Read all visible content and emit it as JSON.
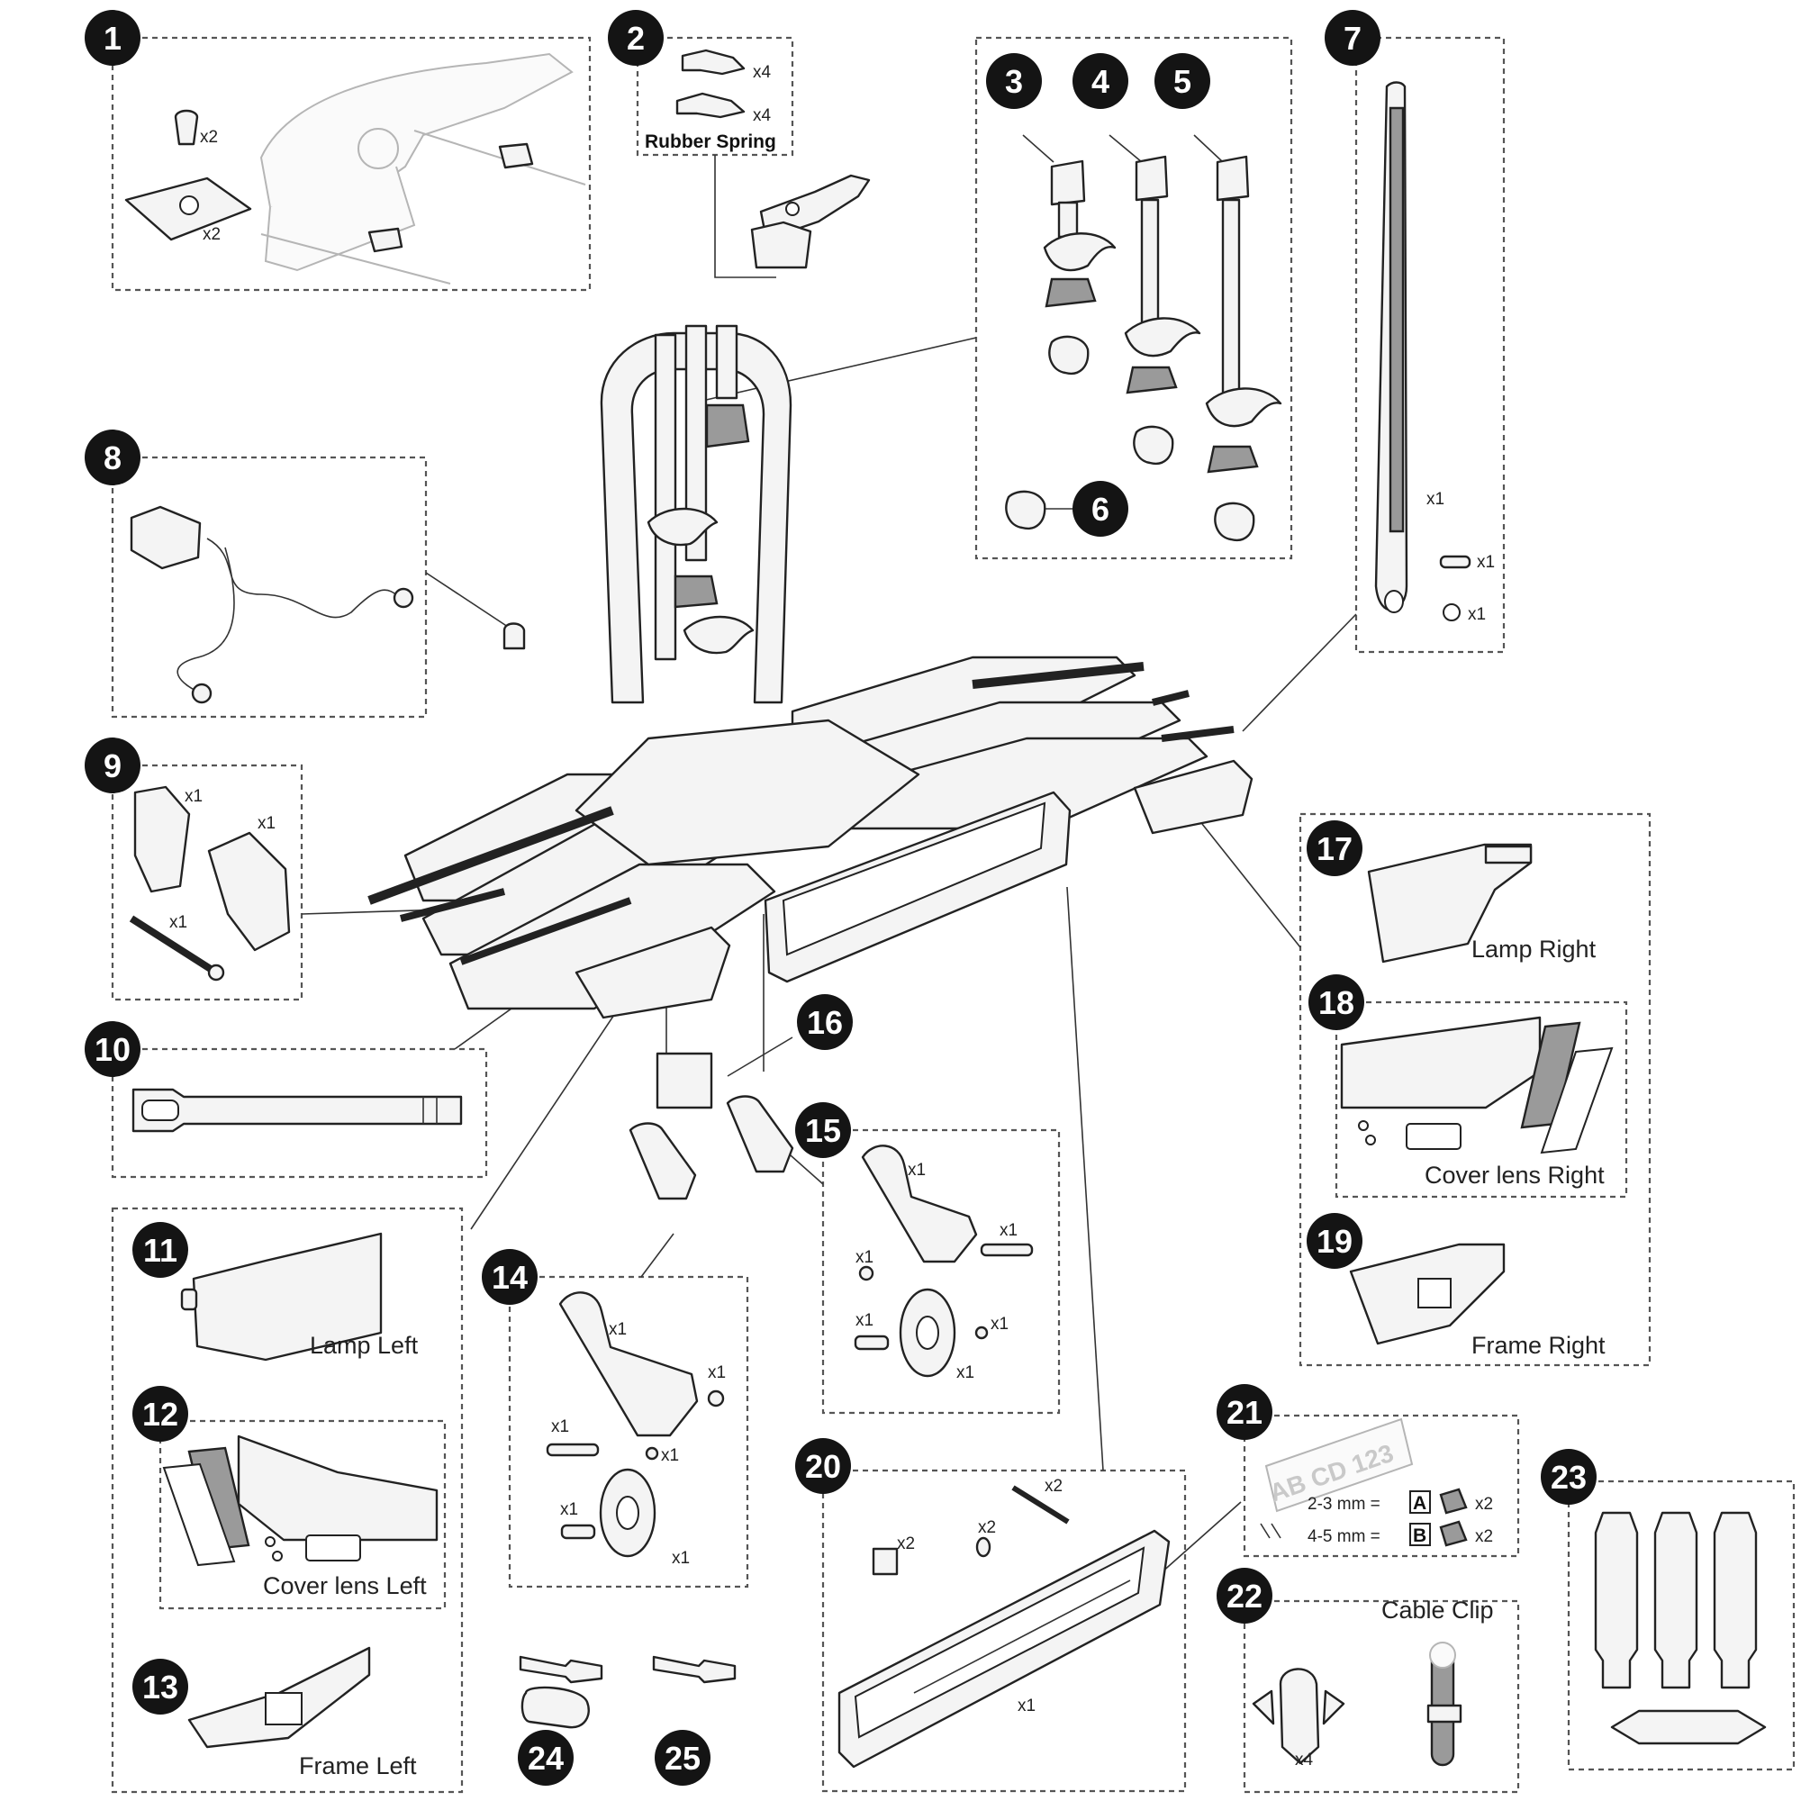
{
  "diagram": {
    "badges": {
      "b1": "1",
      "b2": "2",
      "b3": "3",
      "b4": "4",
      "b5": "5",
      "b6": "6",
      "b7": "7",
      "b8": "8",
      "b9": "9",
      "b10": "10",
      "b11": "11",
      "b12": "12",
      "b13": "13",
      "b14": "14",
      "b15": "15",
      "b16": "16",
      "b17": "17",
      "b18": "18",
      "b19": "19",
      "b20": "20",
      "b21": "21",
      "b22": "22",
      "b23": "23",
      "b24": "24",
      "b25": "25"
    },
    "labels": {
      "rubber_spring": "Rubber Spring",
      "lamp_right": "Lamp Right",
      "cover_lens_right": "Cover lens Right",
      "frame_right": "Frame Right",
      "lamp_left": "Lamp Left",
      "cover_lens_left": "Cover lens Left",
      "frame_left": "Frame Left",
      "cable_clip": "Cable Clip",
      "plate_text": "AB CD  123",
      "spec_a": "2-3 mm =",
      "spec_b": "4-5 mm =",
      "spec_a_letter": "A",
      "spec_b_letter": "B"
    },
    "quantities": {
      "x1": "x1",
      "x2": "x2",
      "x4": "x4"
    }
  }
}
